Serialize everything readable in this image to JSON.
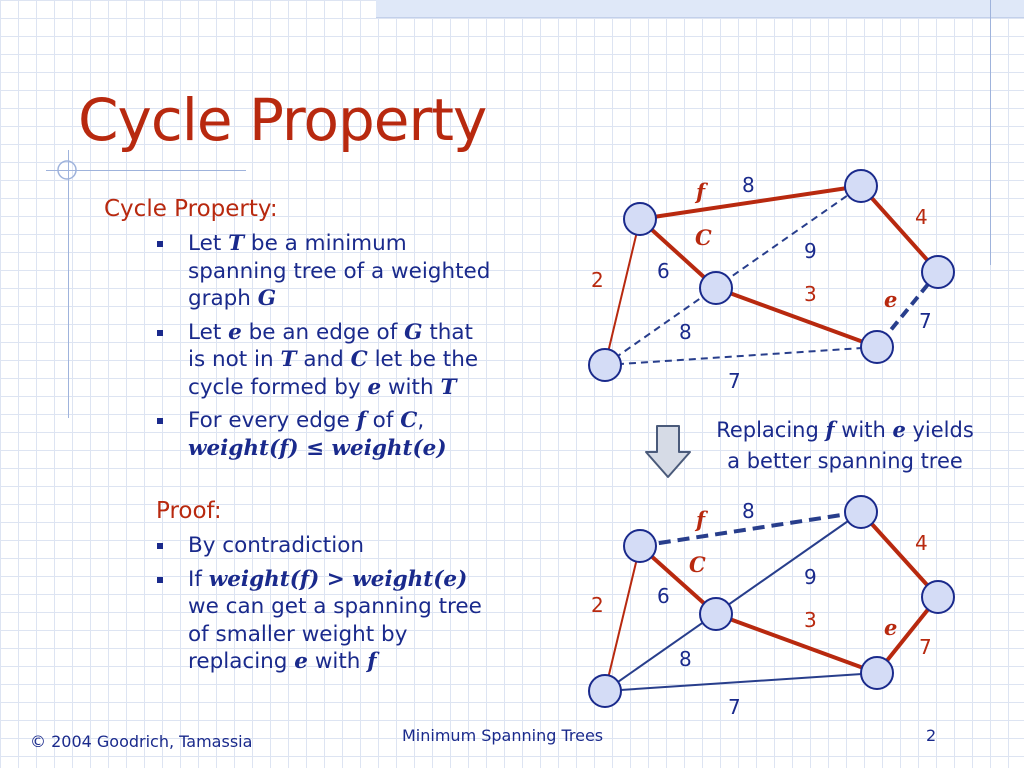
{
  "slide": {
    "title": "Cycle Property",
    "section_property": "Cycle Property:",
    "section_proof": "Proof:",
    "caption_line1_a": "Replacing ",
    "caption_line1_f": "f",
    "caption_line1_b": " with ",
    "caption_line1_e": "e",
    "caption_line1_c": " yields",
    "caption_line2": "a better spanning tree",
    "footer_left": "© 2004 Goodrich, Tamassia",
    "footer_center": "Minimum Spanning Trees",
    "footer_right": "2"
  },
  "bullets_property": {
    "b1": {
      "t1": "Let ",
      "T": "T",
      "t2": " be a minimum spanning tree of a weighted graph ",
      "G": "G"
    },
    "b2": {
      "t1": "Let ",
      "e": "e",
      "t2": " be an edge of ",
      "G": "G",
      "t3": " that is not in ",
      "T": "T",
      "t4": " and ",
      "C": "C",
      "t5": " let be the cycle formed by ",
      "e2": "e",
      "t6": " with ",
      "T2": "T"
    },
    "b3": {
      "t1": "For every edge ",
      "f": "f",
      "t2": " of ",
      "C": "C",
      "t3": ",",
      "expr": "weight(f) ≤ weight(e)"
    }
  },
  "bullets_proof": {
    "b1": {
      "t1": "By contradiction"
    },
    "b2": {
      "t1": "If ",
      "expr": "weight(f) > weight(e)",
      "t2": " we can get a spanning tree of smaller weight by replacing ",
      "e": "e",
      "t3": " with ",
      "f": "f"
    }
  },
  "colors": {
    "title": "#b8290f",
    "text": "#1a2a8c",
    "tree_edge": "#b8290f",
    "other_edge": "#283e8c",
    "vertex_fill": "#d4dcf6",
    "vertex_stroke": "#1a2a8c"
  },
  "diagrams": {
    "top": {
      "edge_labels": {
        "w8_top": "8",
        "w4": "4",
        "w9": "9",
        "w6": "6",
        "w2": "2",
        "w3": "3",
        "w7_right": "7",
        "w8_mid": "8",
        "w7_bottom": "7"
      },
      "labels": {
        "f": "f",
        "C": "C",
        "e": "e"
      }
    },
    "bottom": {
      "edge_labels": {
        "w8_top": "8",
        "w4": "4",
        "w9": "9",
        "w6": "6",
        "w2": "2",
        "w3": "3",
        "w7_right": "7",
        "w8_mid": "8",
        "w7_bottom": "7"
      },
      "labels": {
        "f": "f",
        "C": "C",
        "e": "e"
      }
    }
  }
}
